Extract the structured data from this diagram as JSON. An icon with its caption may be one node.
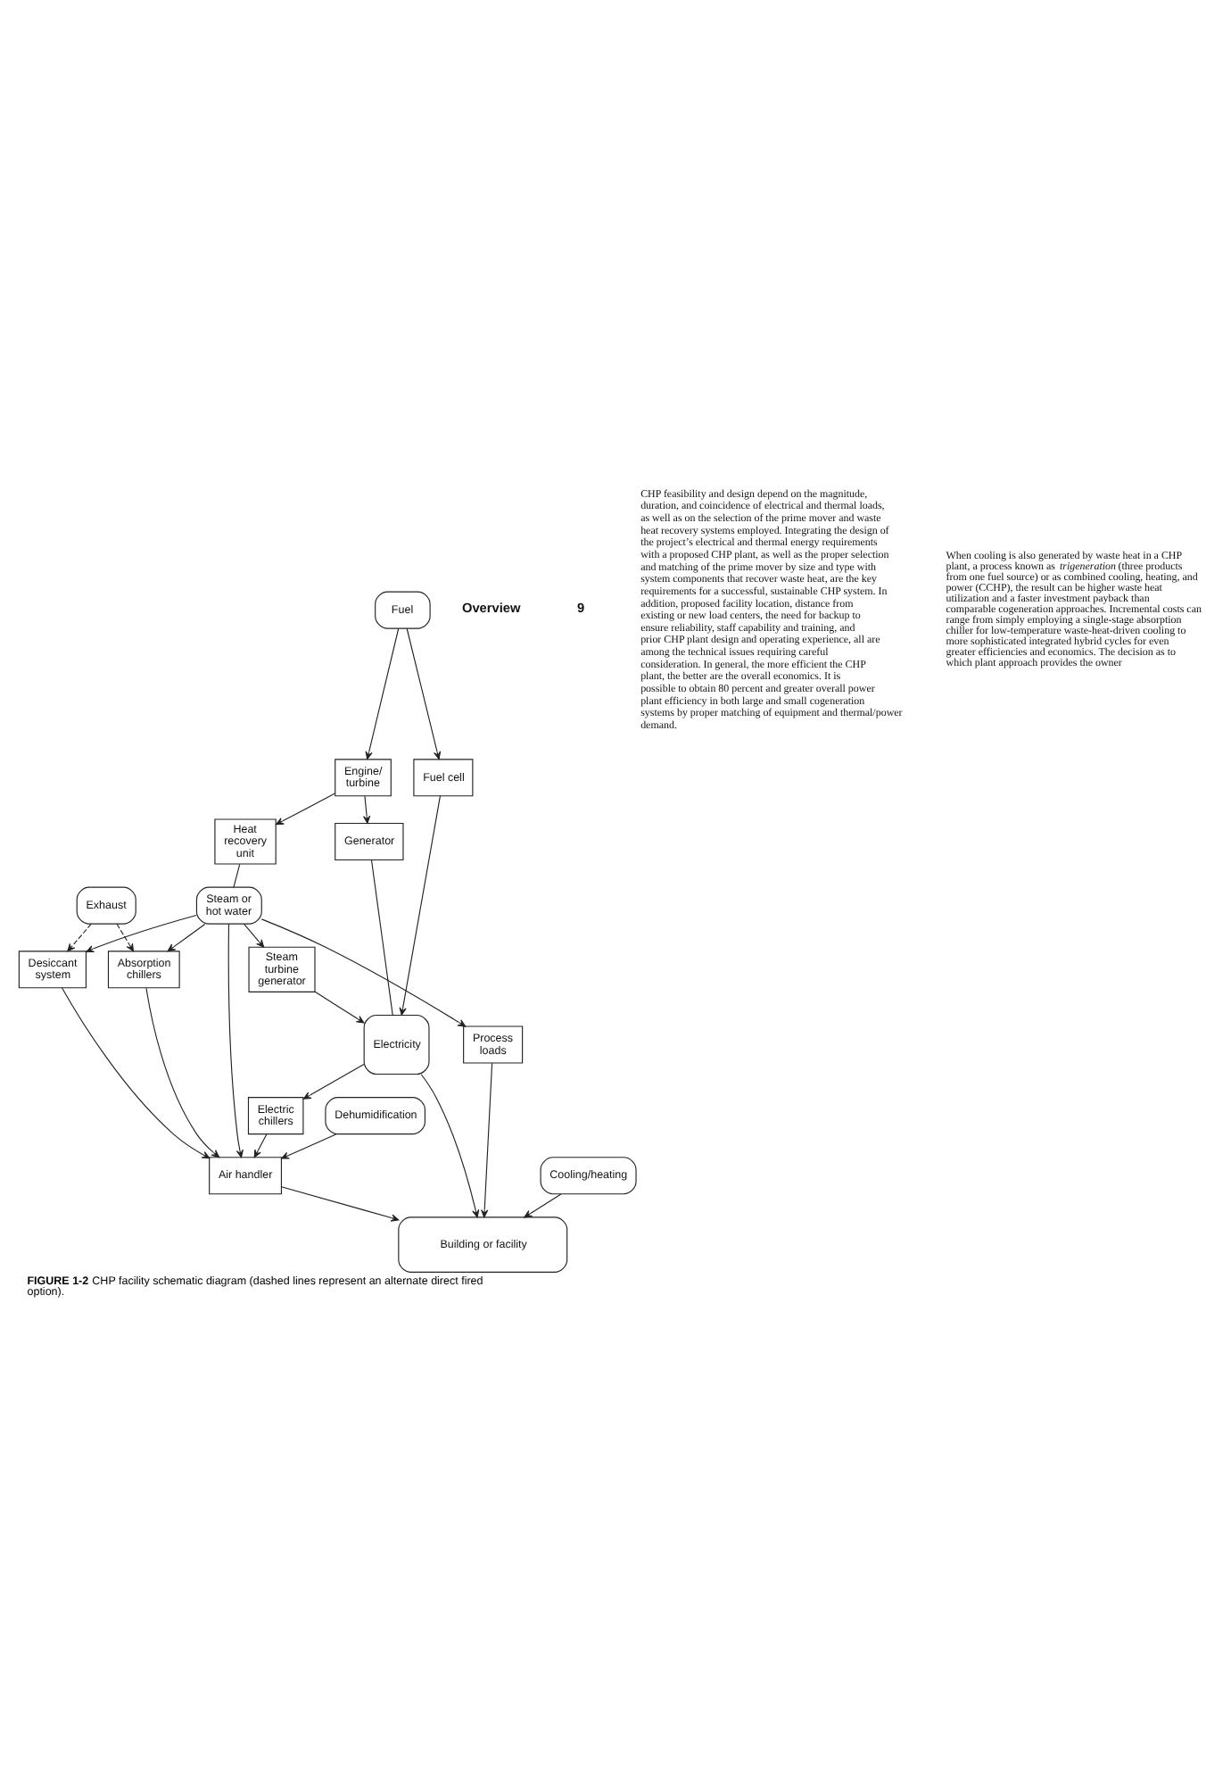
{
  "diagram": {
    "caption": "**FIGURE 1-2** CHP facility schematic diagram (dashed lines represent an alternate direct fired option).",
    "nodes": [
      {
        "text": [
          "Desiccant system"
        ]
      },
      {
        "text": [
          "Exhaust"
        ]
      },
      {
        "text": [
          "Absorption chillers"
        ]
      },
      {
        "text": [
          "Steam or hot water"
        ]
      },
      {
        "text": [
          "Dehumidification"
        ]
      },
      {
        "text": [
          "Air handler"
        ]
      },
      {
        "text": [
          "Steam turbine generator"
        ]
      },
      {
        "text": [
          "Heat recovery unit"
        ]
      },
      {
        "text": [
          "Process loads"
        ]
      },
      {
        "text": [
          "Electric chillers"
        ]
      },
      {
        "text": [
          "Cooling/heating"
        ]
      },
      {
        "text": [
          "Electricity"
        ]
      },
      {
        "text": [
          "Fuel"
        ]
      },
      {
        "text": [
          "Engine/ turbine"
        ]
      },
      {
        "text": [
          "Generator"
        ]
      },
      {
        "text": [
          "Building or facility"
        ]
      },
      {
        "text": [
          "Fuel cell"
        ]
      }
    ],
    "edges": [
      {
        "from": 12,
        "to": 13,
        "arrow": "to"
      },
      {
        "from": 12,
        "to": 16,
        "arrow": "to"
      },
      {
        "from": 13,
        "to": 14,
        "arrow": "to"
      },
      {
        "from": 13,
        "to": 7,
        "arrow": "to"
      },
      {
        "from": 7,
        "to": 3,
        "arrow": "none"
      },
      {
        "from": 1,
        "to": 0,
        "arrow": "to",
        "style": "dashed"
      },
      {
        "from": 1,
        "to": 2,
        "arrow": "to",
        "style": "dashed"
      },
      {
        "from": 3,
        "to": 0,
        "arrow": "to"
      },
      {
        "from": 3,
        "to": 2,
        "arrow": "to"
      },
      {
        "from": 3,
        "to": 5,
        "arrow": "to"
      },
      {
        "from": 3,
        "to": 6,
        "arrow": "to"
      },
      {
        "from": 3,
        "to": 8,
        "arrow": "to"
      },
      {
        "from": 0,
        "to": 5,
        "arrow": "to"
      },
      {
        "from": 2,
        "to": 5,
        "arrow": "to"
      },
      {
        "from": 4,
        "to": 5,
        "arrow": "to"
      },
      {
        "from": 9,
        "to": 5,
        "arrow": "to"
      },
      {
        "from": 5,
        "to": 15,
        "arrow": "to"
      },
      {
        "from": 10,
        "to": 15,
        "arrow": "to"
      },
      {
        "from": 14,
        "to": 11,
        "arrow": "none"
      },
      {
        "from": 6,
        "to": 11,
        "arrow": "to"
      },
      {
        "from": 16,
        "to": 11,
        "arrow": "to"
      },
      {
        "from": 11,
        "to": 9,
        "arrow": "to"
      },
      {
        "from": 11,
        "to": 15,
        "arrow": "to"
      },
      {
        "from": 8,
        "to": 15,
        "arrow": "to"
      }
    ],
    "labels": [
      "Overview",
      "9",
      "CHP feasibility and design depend on the magnitude, duration, and coincidence of electrical and thermal loads, as well as on the selection of the prime mover and waste heat recovery systems employed. Integrating the design of the project’s electrical and thermal energy requirements with a proposed CHP plant, as well as the proper selection and matching of the prime mover by size and type with system components that recover waste heat, are the key requirements for a successful, sustainable CHP system. In addition, proposed facility location, distance from existing or new load centers, the need for backup to ensure reliability, staff capability and training, and prior CHP plant design and operating experience, all are among the technical issues requiring careful consideration. In general, the more efficient the CHP plant, the better are the overall economics. It is possible to obtain 80 percent and greater overall power plant efficiency in both large and small cogeneration systems by proper matching of equipment and thermal/power demand.",
      "When cooling is also generated by waste heat in a CHP plant, a process known as *trigeneration* (three products from one fuel source) or as combined cooling, heating, and power (CCHP), the result can be higher waste heat utilization and a faster investment payback than comparable cogeneration approaches. Incremental costs can range from simply employing a single-stage absorption chiller for low-temperature waste-heat-driven cooling to more sophisticated integrated hybrid cycles for even greater efficiencies and economics. The decision as to which plant approach provides the owner"
    ]
  }
}
